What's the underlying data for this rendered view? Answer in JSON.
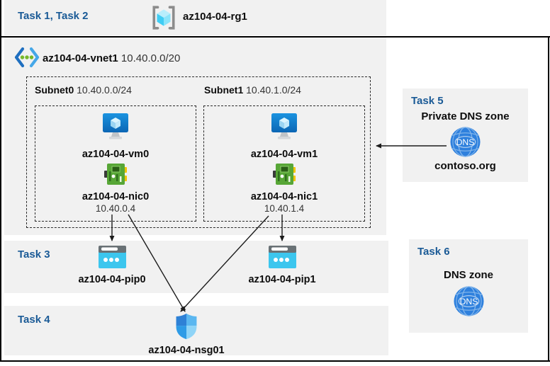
{
  "header": {
    "tasks": "Task 1, Task 2",
    "resource_group": "az104-04-rg1"
  },
  "vnet": {
    "name": "az104-04-vnet1",
    "cidr": "10.40.0.0/20",
    "subnets": [
      {
        "name": "Subnet0",
        "cidr": "10.40.0.0/24",
        "vm": "az104-04-vm0",
        "nic": "az104-04-nic0",
        "ip": "10.40.0.4"
      },
      {
        "name": "Subnet1",
        "cidr": "10.40.1.0/24",
        "vm": "az104-04-vm1",
        "nic": "az104-04-nic1",
        "ip": "10.40.1.4"
      }
    ]
  },
  "task3": {
    "label": "Task 3",
    "pips": [
      "az104-04-pip0",
      "az104-04-pip1"
    ]
  },
  "task4": {
    "label": "Task 4",
    "nsg": "az104-04-nsg01"
  },
  "task5": {
    "label": "Task 5",
    "title": "Private DNS zone",
    "zone": "contoso.org"
  },
  "task6": {
    "label": "Task 6",
    "title": "DNS zone"
  },
  "icons": {
    "dns_glyph": "DNS",
    "names": [
      "resource-group-icon",
      "virtual-network-icon",
      "vm-icon",
      "nic-icon",
      "public-ip-icon",
      "nsg-shield-icon",
      "dns-globe-icon"
    ]
  },
  "colors": {
    "task_label_blue": "#1a5a96",
    "panel_gray": "#f1f1f1",
    "arrow_black": "#1c1c1c",
    "vm_blue": "#1284d7",
    "nic_green": "#57a636",
    "pip_cyan": "#3cc6ee",
    "dns_blue": "#2e80dd"
  }
}
